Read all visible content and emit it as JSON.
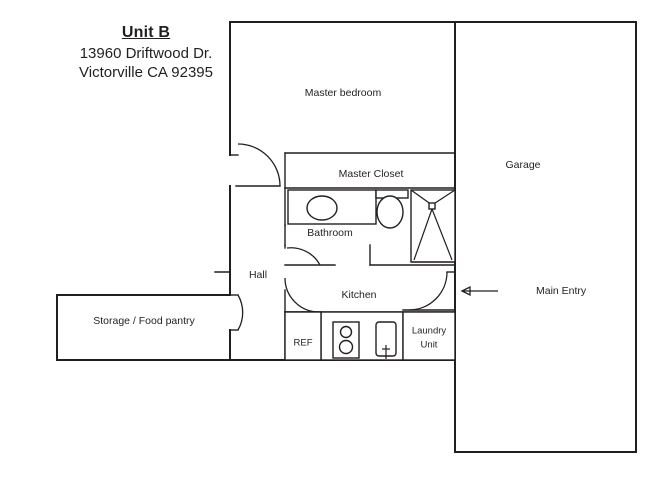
{
  "title_block": {
    "unit": "Unit B",
    "street": "13960 Driftwood Dr.",
    "city_state_zip": "Victorville CA 92395"
  },
  "rooms": [
    {
      "key": "master_bedroom",
      "label": "Master bedroom"
    },
    {
      "key": "master_closet",
      "label": "Master Closet"
    },
    {
      "key": "bathroom",
      "label": "Bathroom"
    },
    {
      "key": "hall",
      "label": "Hall"
    },
    {
      "key": "kitchen",
      "label": "Kitchen"
    },
    {
      "key": "garage",
      "label": "Garage"
    },
    {
      "key": "storage_pantry",
      "label": "Storage / Food pantry"
    },
    {
      "key": "laundry_unit_line1",
      "label": "Laundry"
    },
    {
      "key": "laundry_unit_line2",
      "label": "Unit"
    },
    {
      "key": "refrigerator",
      "label": "REF"
    }
  ],
  "annotations": {
    "main_entry": "Main Entry"
  },
  "fixtures": [
    "vanity-sink",
    "toilet",
    "shower",
    "refrigerator",
    "stove-range",
    "kitchen-sink",
    "laundry-unit"
  ],
  "colors": {
    "line": "#231f20",
    "background": "#ffffff"
  }
}
